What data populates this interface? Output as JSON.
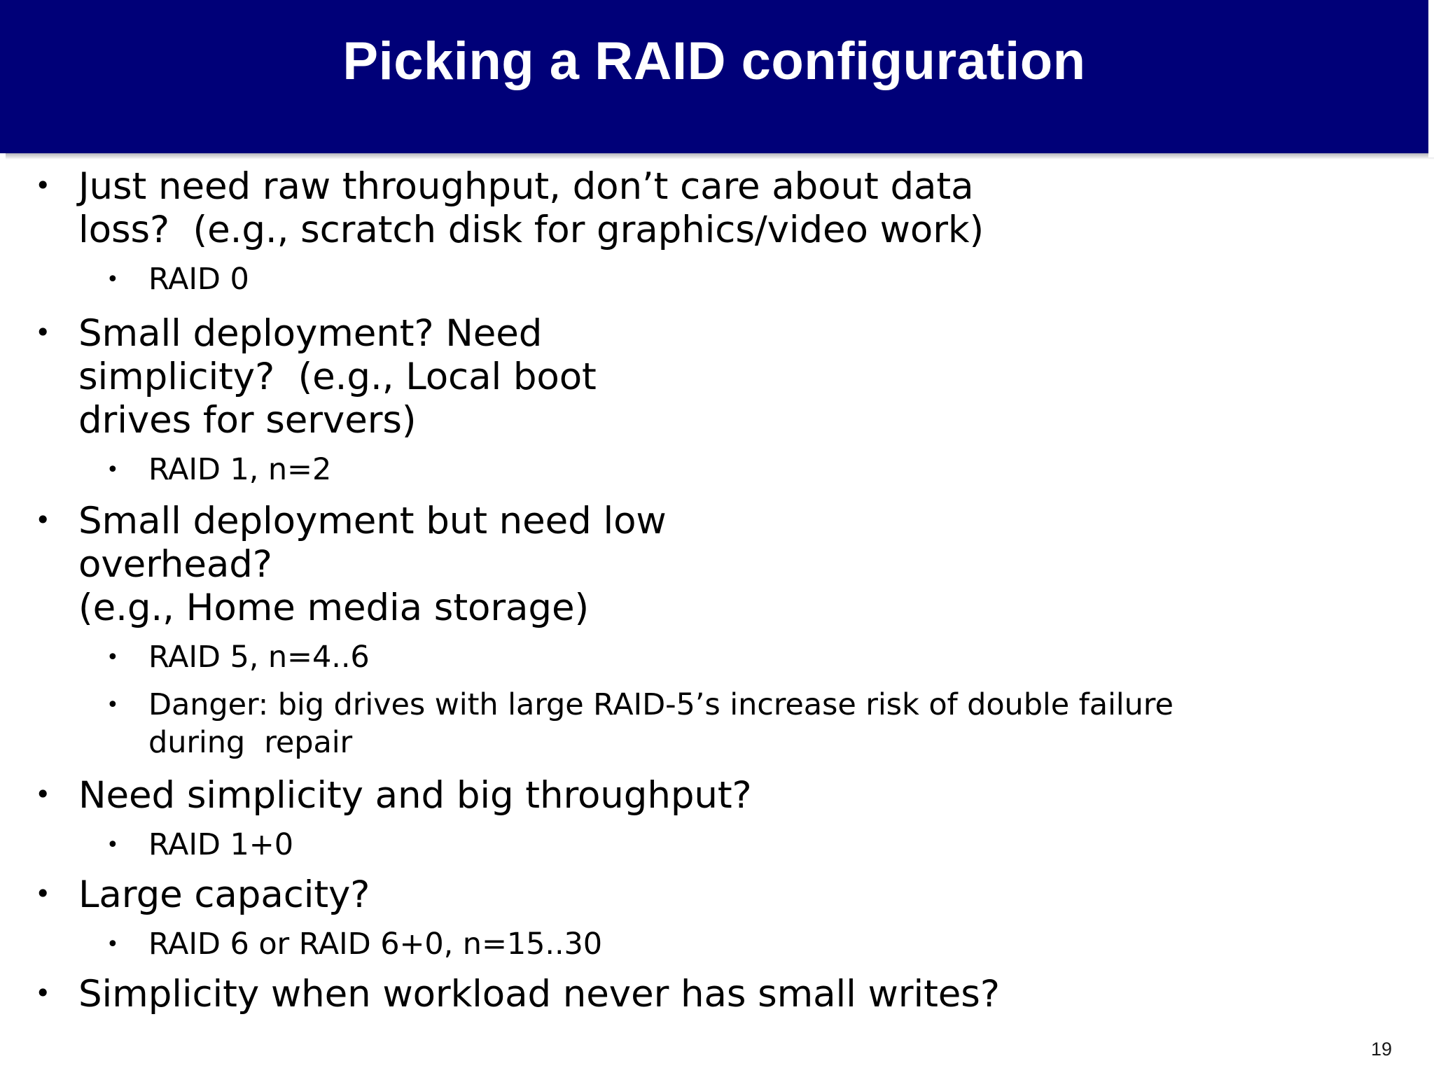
{
  "slide": {
    "title": "Picking a RAID configuration",
    "page_number": "19",
    "colors": {
      "title_bar_background": "#000078",
      "title_text": "#ffffff",
      "body_text": "#000000",
      "slide_background": "#ffffff"
    },
    "bullet_glyph": "•"
  },
  "content": [
    {
      "level": 1,
      "text": "Just need raw throughput, don’t care about data\nloss?  (e.g., scratch disk for graphics/video work)"
    },
    {
      "level": 2,
      "text": "RAID 0"
    },
    {
      "level": 1,
      "text": "Small deployment? Need\nsimplicity?  (e.g., Local boot\ndrives for servers)"
    },
    {
      "level": 2,
      "text": "RAID 1, n=2"
    },
    {
      "level": 1,
      "text": "Small deployment but need low\noverhead?\n(e.g., Home media storage)"
    },
    {
      "level": 2,
      "text": "RAID 5, n=4..6"
    },
    {
      "level": 2,
      "text": "Danger: big drives with large RAID-5’s increase risk of double failure\nduring  repair"
    },
    {
      "level": 1,
      "text": "Need simplicity and big throughput?"
    },
    {
      "level": 2,
      "text": "RAID 1+0"
    },
    {
      "level": 1,
      "text": "Large capacity?"
    },
    {
      "level": 2,
      "text": "RAID 6 or RAID 6+0, n=15..30"
    },
    {
      "level": 1,
      "text": "Simplicity when workload never has small writes?"
    }
  ]
}
